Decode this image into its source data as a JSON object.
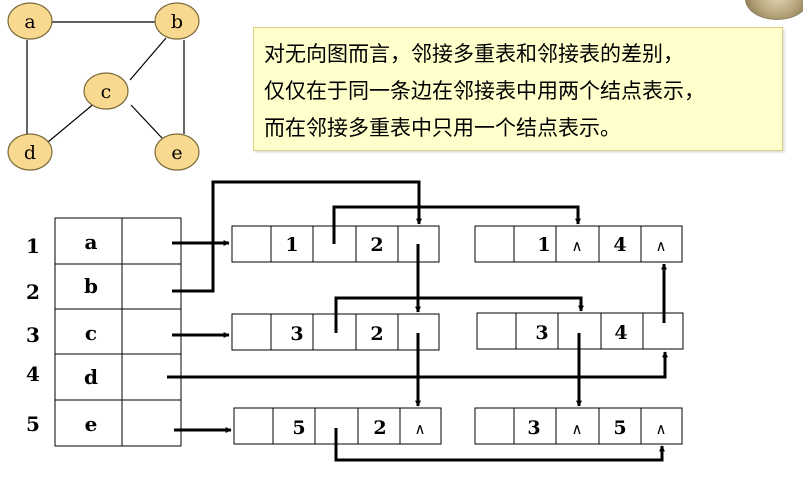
{
  "graph": {
    "nodes": [
      "a",
      "b",
      "c",
      "d",
      "e"
    ],
    "edges": [
      [
        "a",
        "b"
      ],
      [
        "a",
        "d"
      ],
      [
        "b",
        "c"
      ],
      [
        "b",
        "e"
      ],
      [
        "c",
        "d"
      ],
      [
        "c",
        "e"
      ]
    ],
    "node_fill": "#f9d890",
    "node_stroke": "#7a6a3a"
  },
  "note": {
    "lines": [
      "对无向图而言，邻接多重表和邻接表的差别，",
      "仅仅在于同一条边在邻接表中用两个结点表示，",
      "而在邻接多重表中只用一个结点表示。"
    ],
    "background": "#ffffcc"
  },
  "vertex_table": {
    "indices": [
      "1",
      "2",
      "3",
      "4",
      "5"
    ],
    "names": [
      "a",
      "b",
      "c",
      "d",
      "e"
    ]
  },
  "edge_nodes": [
    {
      "ivex": "1",
      "jvex": "2",
      "ilink": "",
      "jlink": ""
    },
    {
      "ivex": "1",
      "jvex": "4",
      "ilink": "^",
      "jlink": "^"
    },
    {
      "ivex": "3",
      "jvex": "2",
      "ilink": "",
      "jlink": ""
    },
    {
      "ivex": "3",
      "jvex": "4",
      "ilink": "",
      "jlink": ""
    },
    {
      "ivex": "5",
      "jvex": "2",
      "ilink": "",
      "jlink": "^"
    },
    {
      "ivex": "3",
      "jvex": "5",
      "ilink": "^",
      "jlink": "^"
    }
  ]
}
